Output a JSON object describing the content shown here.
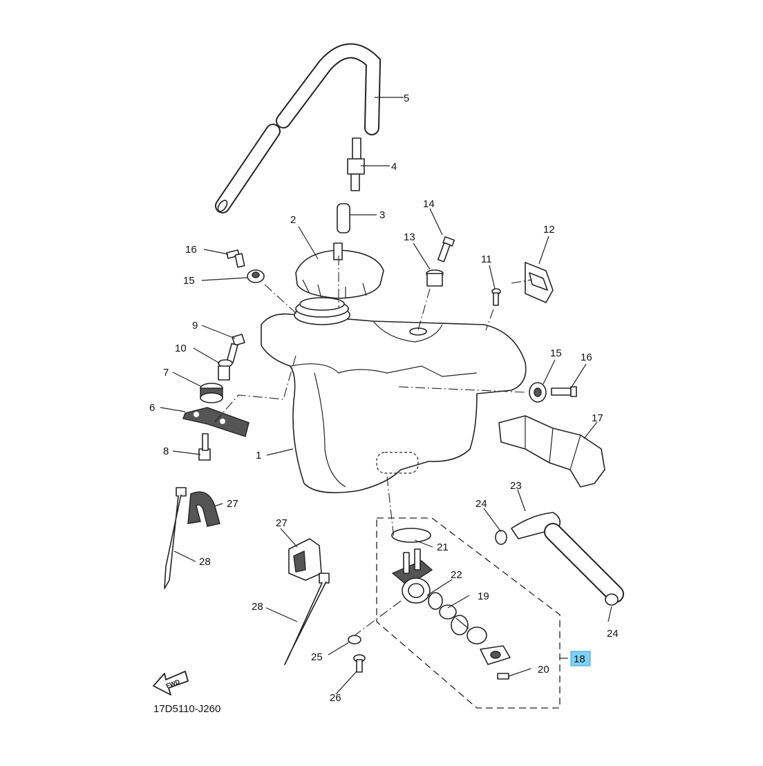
{
  "diagram": {
    "drawing_code": "17D5110-J260",
    "fwd_label": "FWD",
    "highlight_color": "#7fd0f2",
    "callouts": {
      "c1": "1",
      "c2": "2",
      "c3": "3",
      "c4": "4",
      "c5": "5",
      "c6": "6",
      "c7": "7",
      "c8": "8",
      "c9": "9",
      "c10": "10",
      "c11": "11",
      "c12": "12",
      "c13": "13",
      "c14": "14",
      "c15a": "15",
      "c15b": "15",
      "c16a": "16",
      "c16b": "16",
      "c17": "17",
      "c18": "18",
      "c19": "19",
      "c20": "20",
      "c21": "21",
      "c22": "22",
      "c23": "23",
      "c24a": "24",
      "c24b": "24",
      "c25": "25",
      "c26": "26",
      "c27a": "27",
      "c27b": "27",
      "c28a": "28",
      "c28b": "28"
    }
  }
}
